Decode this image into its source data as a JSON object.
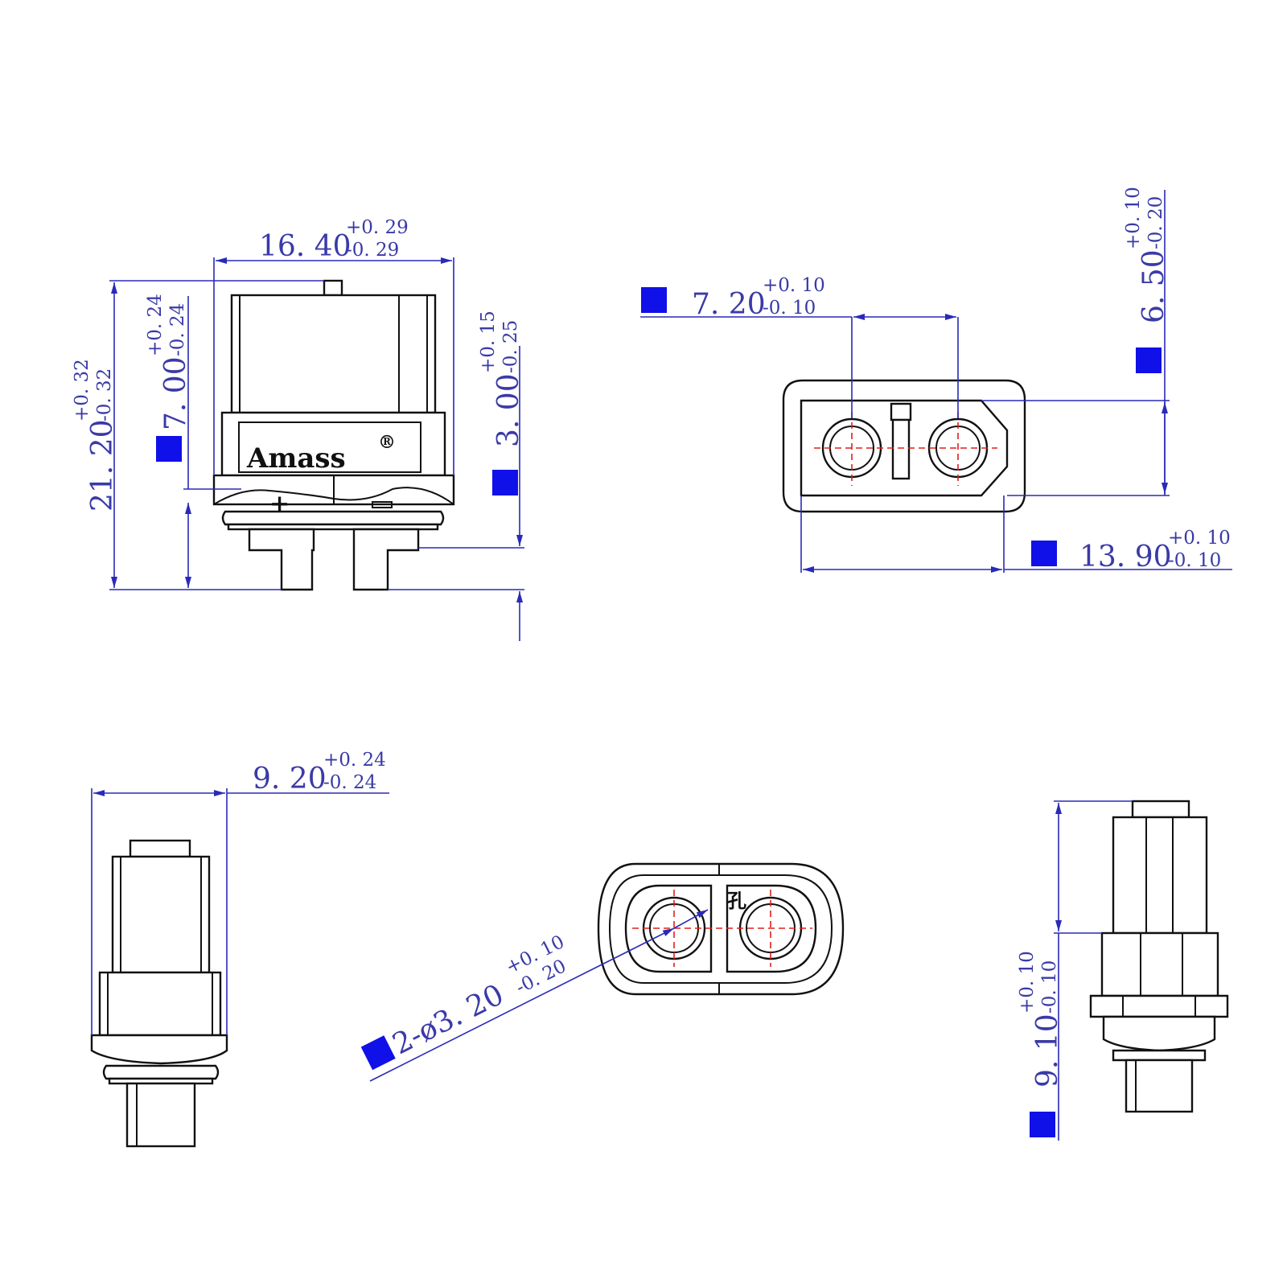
{
  "colors": {
    "dimension": "#2a2ab8",
    "marker": "#1010e8",
    "outline": "#111111",
    "centerline": "#e0201a"
  },
  "brand": "Amass",
  "registered_mark": "®",
  "polarity": {
    "plus": "+",
    "minus": "−"
  },
  "hole_label": "孔",
  "dimensions": {
    "top_width": {
      "value": "16. 40",
      "upper": "+0. 29",
      "lower": "-0. 29"
    },
    "total_height": {
      "value": "21. 20",
      "upper": "+0. 32",
      "lower": "-0. 32"
    },
    "lower_height": {
      "value": "7. 00",
      "upper": "+0. 24",
      "lower": "-0. 24"
    },
    "pin_length": {
      "value": "3. 00",
      "upper": "+0. 15",
      "lower": "-0. 25"
    },
    "pin_pitch": {
      "value": "7. 20",
      "upper": "+0. 10",
      "lower": "-0. 10"
    },
    "face_height": {
      "value": "6. 50",
      "upper": "+0. 10",
      "lower": "-0. 20"
    },
    "face_width": {
      "value": "13. 90",
      "upper": "+0. 10",
      "lower": "-0. 10"
    },
    "side_width": {
      "value": "9. 20",
      "upper": "+0. 24",
      "lower": "-0. 24"
    },
    "hole_diameter": {
      "value": "2-ø3. 20",
      "upper": "+0. 10",
      "lower": "-0. 20"
    },
    "side_height": {
      "value": "9. 10",
      "upper": "+0. 10",
      "lower": "-0. 10"
    }
  }
}
